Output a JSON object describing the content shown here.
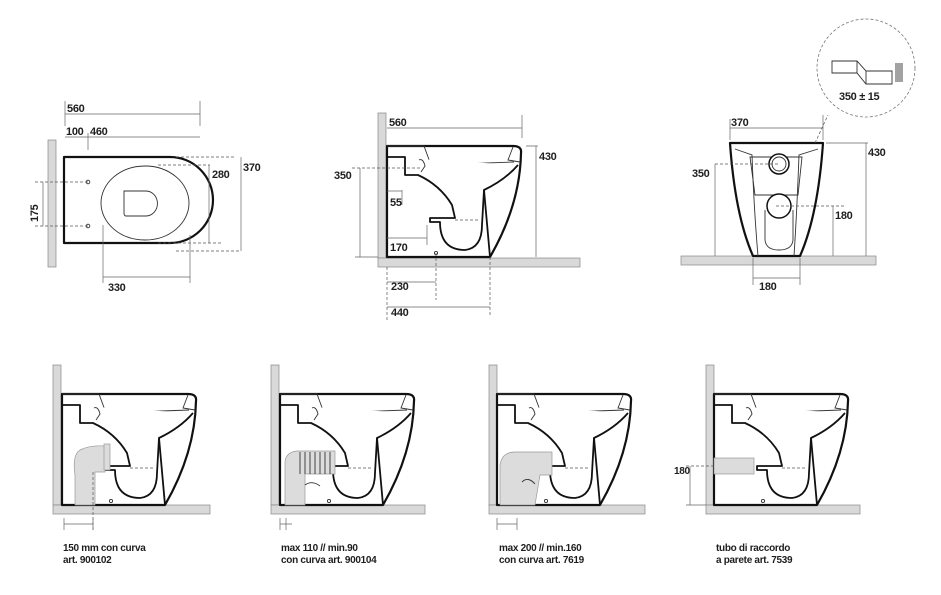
{
  "top_view": {
    "d560": "560",
    "d100": "100",
    "d460": "460",
    "d370": "370",
    "d280": "280",
    "d175": "175",
    "d330": "330"
  },
  "side_view": {
    "d560": "560",
    "d430": "430",
    "d350": "350",
    "d55": "55",
    "d170": "170",
    "d230": "230",
    "d440": "440"
  },
  "front_view": {
    "d370": "370",
    "d430": "430",
    "d350": "350",
    "d180v": "180",
    "d180h": "180",
    "callout": "350 ± 15"
  },
  "variants": [
    {
      "line1": "150 mm con curva",
      "line2": "art. 900102"
    },
    {
      "line1": "max 110 // min.90",
      "line2": "con curva art. 900104"
    },
    {
      "line1": "max 200 // min.160",
      "line2": "con curva art. 7619"
    },
    {
      "line1": "tubo di raccordo",
      "line2": "a parete art. 7539",
      "dim": "180"
    }
  ]
}
